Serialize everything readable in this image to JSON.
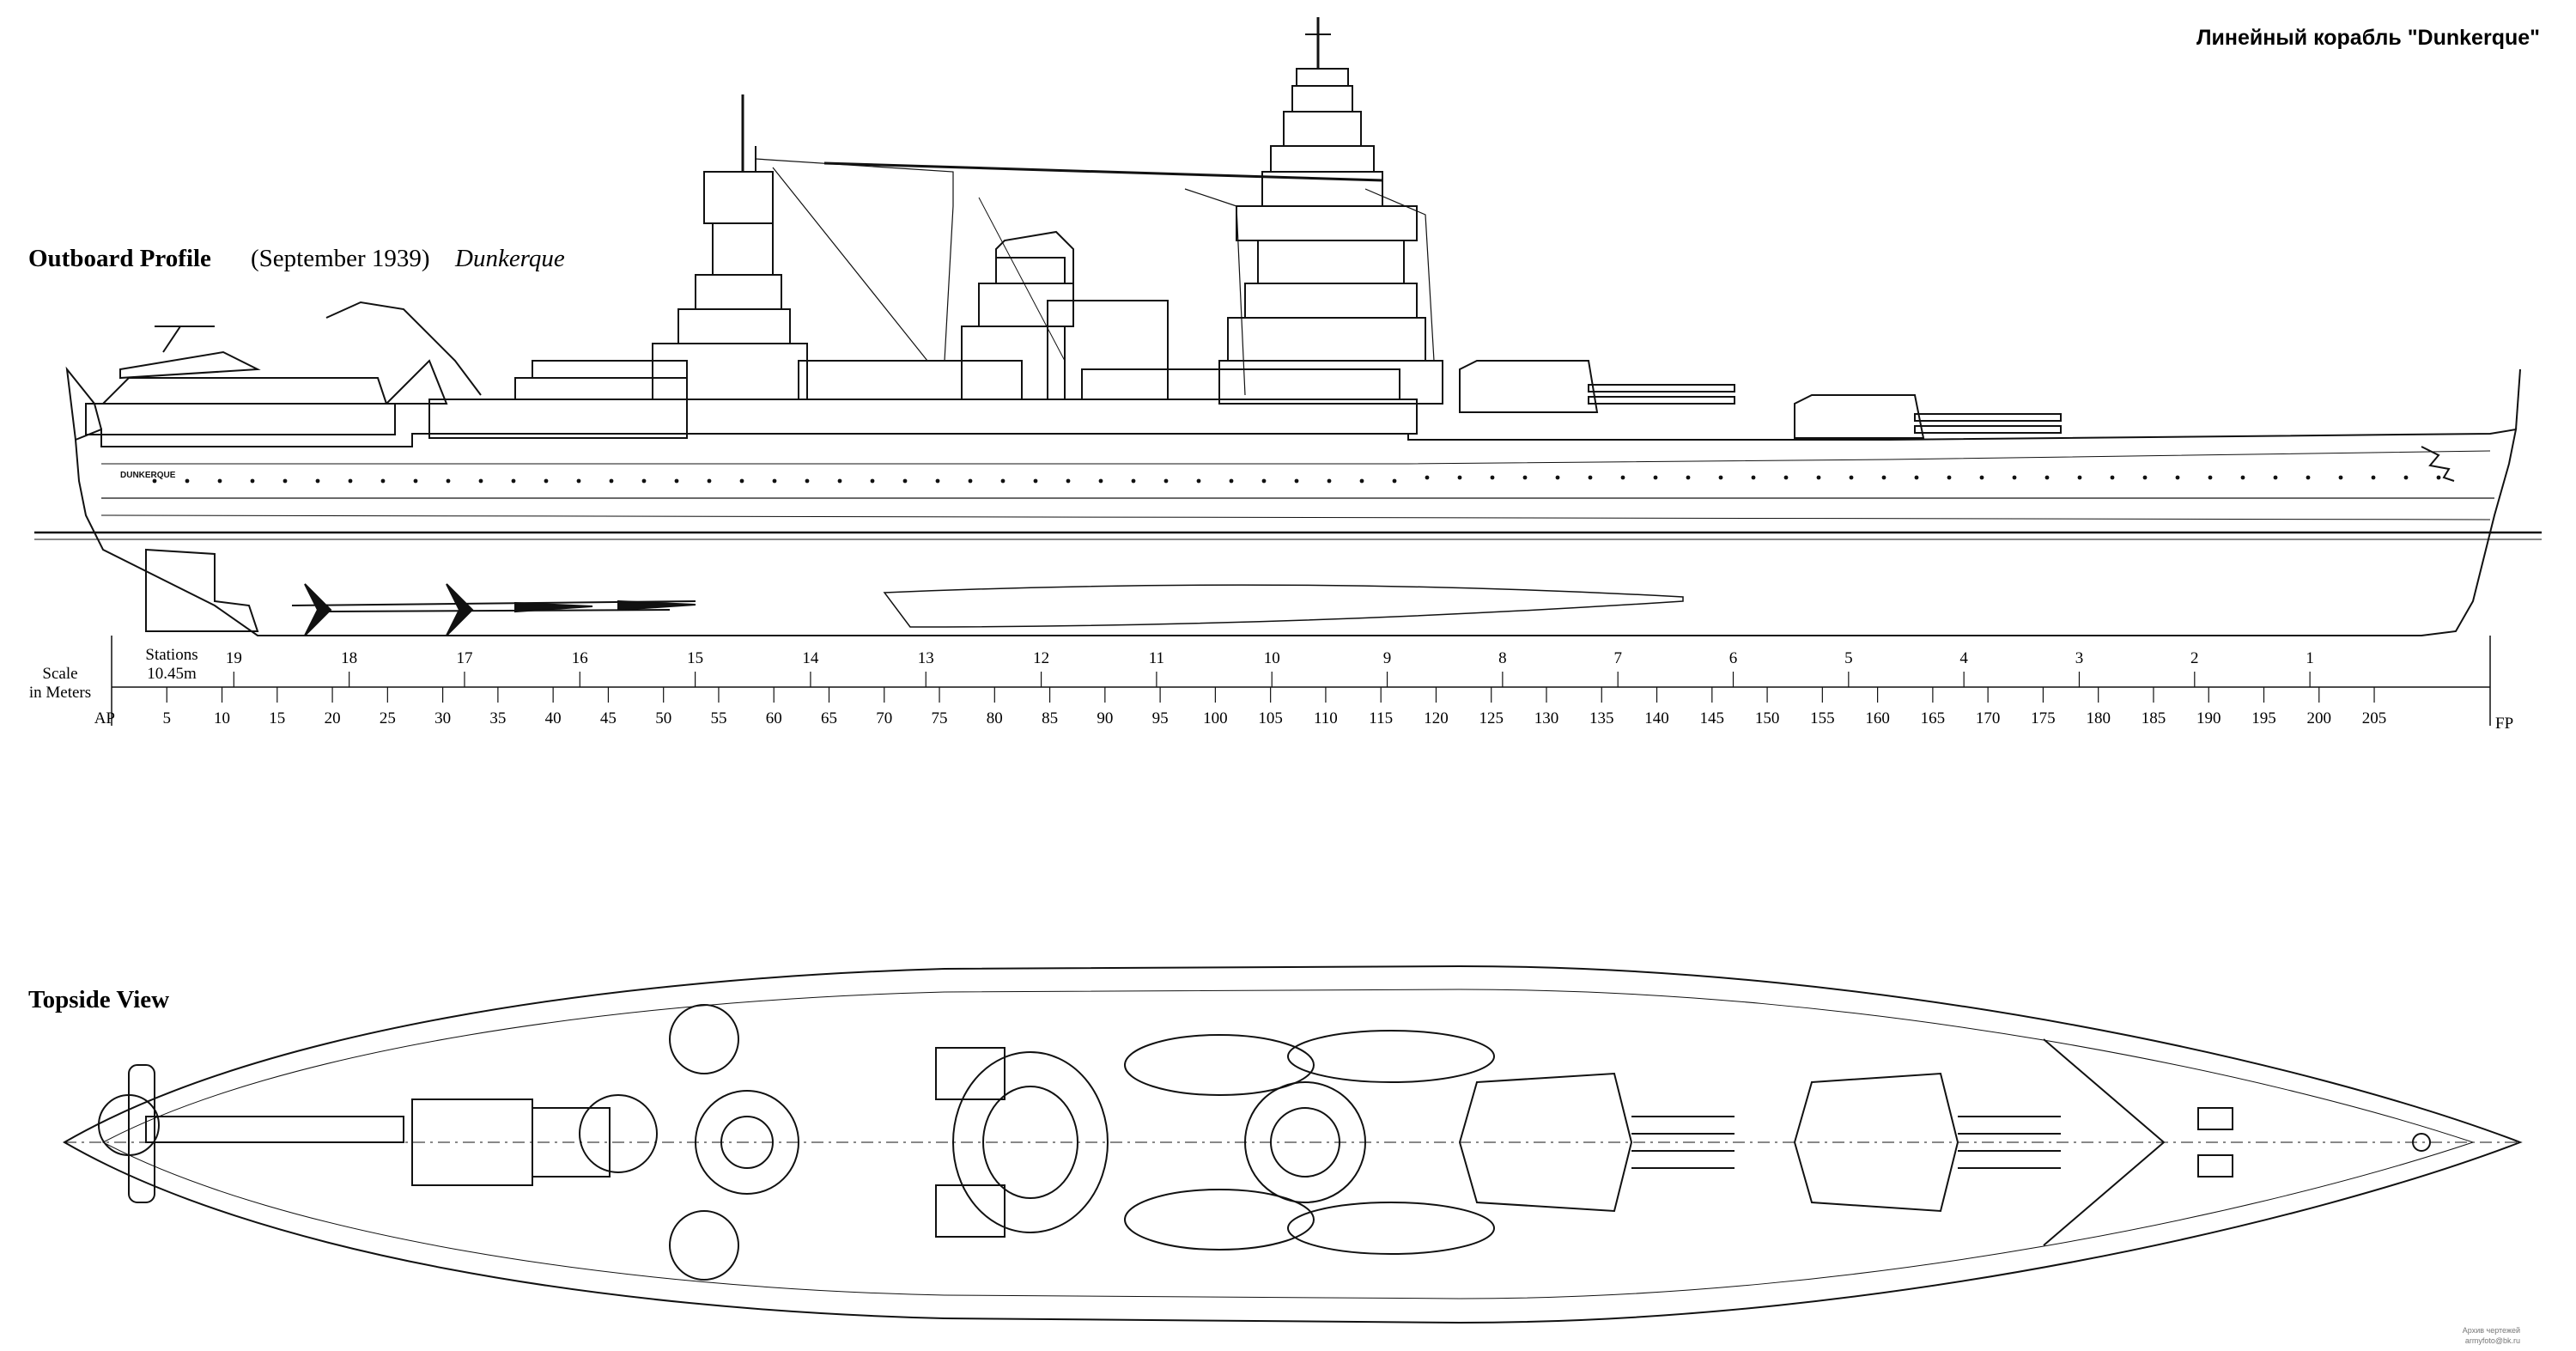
{
  "header": {
    "title": "Линейный корабль \"Dunkerque\""
  },
  "profile": {
    "title": "Outboard Profile",
    "subtitle": "(September 1939)",
    "ship_name": "Dunkerque",
    "hull_lettering": "DUNKERQUE"
  },
  "scale": {
    "label_line1": "Scale",
    "label_line2": "in Meters",
    "stations_line1": "Stations",
    "stations_line2": "10.45m",
    "aft_mark": "AP",
    "fwd_mark": "FP",
    "stations": [
      "19",
      "18",
      "17",
      "16",
      "15",
      "14",
      "13",
      "12",
      "11",
      "10",
      "9",
      "8",
      "7",
      "6",
      "5",
      "4",
      "3",
      "2",
      "1"
    ],
    "meters": [
      "5",
      "10",
      "15",
      "20",
      "25",
      "30",
      "35",
      "40",
      "45",
      "50",
      "55",
      "60",
      "65",
      "70",
      "75",
      "80",
      "85",
      "90",
      "95",
      "100",
      "105",
      "110",
      "115",
      "120",
      "125",
      "130",
      "135",
      "140",
      "145",
      "150",
      "155",
      "160",
      "165",
      "170",
      "175",
      "180",
      "185",
      "190",
      "195",
      "200",
      "205"
    ]
  },
  "topside": {
    "title": "Topside View"
  },
  "credit": {
    "line1": "Архив чертежей",
    "line2": "armyfoto@bk.ru"
  }
}
